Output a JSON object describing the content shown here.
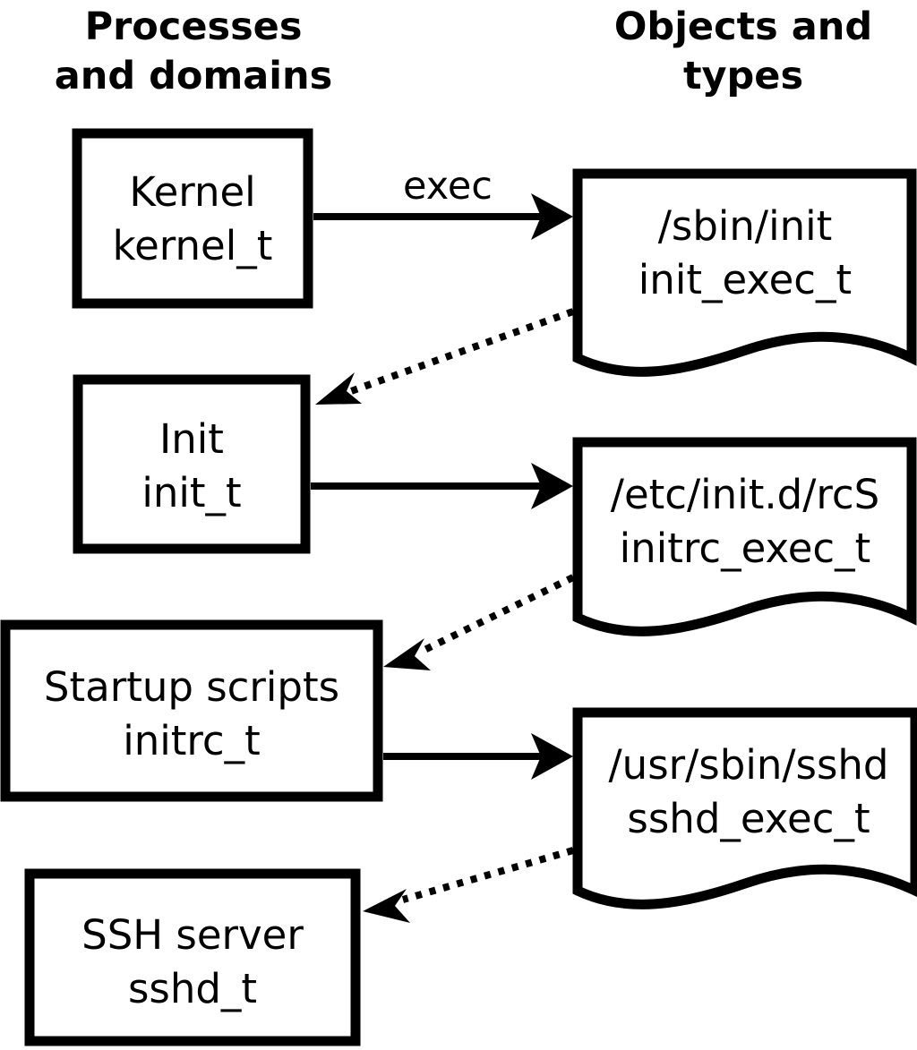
{
  "diagram": {
    "title_left": "Processes\nand domains",
    "columns": [
      {
        "id": "processes",
        "line1": "Processes",
        "line2": "and domains"
      },
      {
        "id": "objects",
        "line1": "Objects and",
        "line2": "types"
      }
    ],
    "process_nodes": [
      {
        "id": "kernel",
        "line1": "Kernel",
        "line2": "kernel_t"
      },
      {
        "id": "init",
        "line1": "Init",
        "line2": "init_t"
      },
      {
        "id": "startup-scripts",
        "line1": "Startup scripts",
        "line2": "initrc_t"
      },
      {
        "id": "ssh-server",
        "line1": "SSH server",
        "line2": "sshd_t"
      }
    ],
    "object_nodes": [
      {
        "id": "sbin-init",
        "line1": "/sbin/init",
        "line2": "init_exec_t"
      },
      {
        "id": "etc-initd-rcs",
        "line1": "/etc/init.d/rcS",
        "line2": "initrc_exec_t"
      },
      {
        "id": "usr-sbin-sshd",
        "line1": "/usr/sbin/sshd",
        "line2": "sshd_exec_t"
      }
    ],
    "edges": [
      {
        "id": "kernel-exec-init",
        "label": "exec",
        "style": "solid",
        "from": "kernel",
        "to": "sbin-init"
      },
      {
        "id": "initexec-transition-init",
        "label": "",
        "style": "dotted",
        "from": "sbin-init",
        "to": "init"
      },
      {
        "id": "init-exec-rcs",
        "label": "",
        "style": "solid",
        "from": "init",
        "to": "etc-initd-rcs"
      },
      {
        "id": "initrcexec-transition-initrc",
        "label": "",
        "style": "dotted",
        "from": "etc-initd-rcs",
        "to": "startup-scripts"
      },
      {
        "id": "initrc-exec-sshd",
        "label": "",
        "style": "solid",
        "from": "startup-scripts",
        "to": "usr-sbin-sshd"
      },
      {
        "id": "sshdexec-transition-sshd",
        "label": "",
        "style": "dotted",
        "from": "usr-sbin-sshd",
        "to": "ssh-server"
      }
    ],
    "colors": {
      "stroke": "#000000",
      "fill": "#ffffff",
      "text": "#000000"
    }
  }
}
